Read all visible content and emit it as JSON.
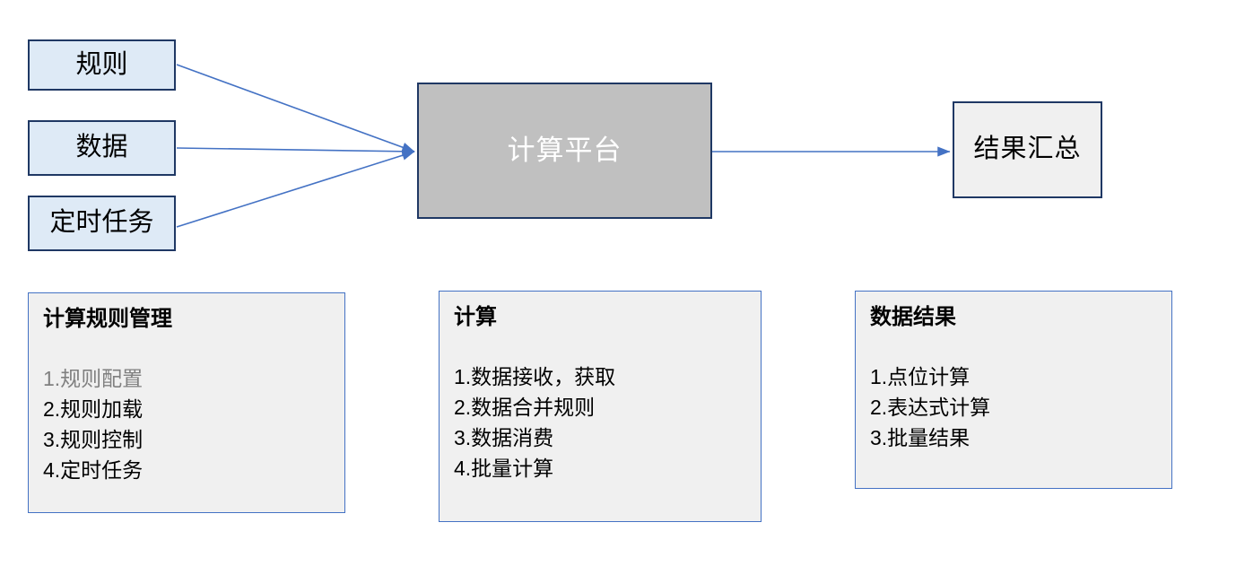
{
  "diagram": {
    "sources": [
      {
        "id": "rule",
        "label": "规则"
      },
      {
        "id": "data",
        "label": "数据"
      },
      {
        "id": "scheduled",
        "label": "定时任务"
      }
    ],
    "platform": {
      "id": "platform",
      "label": "计算平台"
    },
    "result": {
      "id": "result",
      "label": "结果汇总"
    },
    "connectors": [
      {
        "from": "rule",
        "to": "platform",
        "arrowhead": true
      },
      {
        "from": "data",
        "to": "platform",
        "arrowhead": true
      },
      {
        "from": "scheduled",
        "to": "platform",
        "arrowhead": true
      },
      {
        "from": "platform",
        "to": "result",
        "arrowhead": true
      }
    ]
  },
  "panels": [
    {
      "id": "rule-management",
      "title": "计算规则管理",
      "items": [
        {
          "text": "1.规则配置",
          "muted": true
        },
        {
          "text": "2.规则加载",
          "muted": false
        },
        {
          "text": "3.规则控制",
          "muted": false
        },
        {
          "text": "4.定时任务",
          "muted": false
        }
      ]
    },
    {
      "id": "calculation",
      "title": "计算",
      "items": [
        {
          "text": "1.数据接收，获取",
          "muted": false
        },
        {
          "text": "2.数据合并规则",
          "muted": false
        },
        {
          "text": "3.数据消费",
          "muted": false
        },
        {
          "text": "4.批量计算",
          "muted": false
        }
      ]
    },
    {
      "id": "data-result",
      "title": "数据结果",
      "items": [
        {
          "text": "1.点位计算",
          "muted": false
        },
        {
          "text": "2.表达式计算",
          "muted": false
        },
        {
          "text": "3.批量结果",
          "muted": false
        }
      ]
    }
  ],
  "colors": {
    "source_fill": "#DEEAF6",
    "platform_fill": "#C0C0C0",
    "result_fill": "#F0F0F0",
    "node_border": "#1F3864",
    "panel_fill": "#F0F0F0",
    "panel_border": "#4472C4",
    "connector": "#4472C4",
    "muted_text": "#808080"
  }
}
